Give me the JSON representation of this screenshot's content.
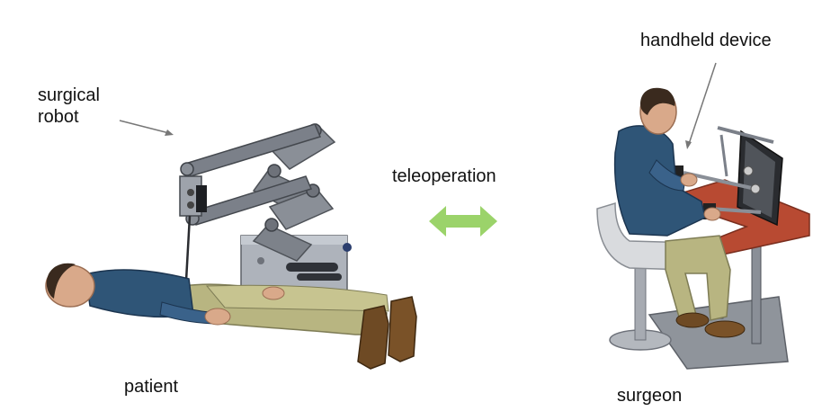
{
  "labels": {
    "surgical_robot": "surgical\nrobot",
    "patient": "patient",
    "teleoperation": "teleoperation",
    "handheld_device": "handheld device",
    "surgeon": "surgeon"
  },
  "colors": {
    "arrow": "#9bd36a",
    "shirt": "#2f5577",
    "pants": "#b8b581",
    "skin": "#d9a98a",
    "robot_metal": "#6e727a",
    "desk": "#b84a32"
  }
}
